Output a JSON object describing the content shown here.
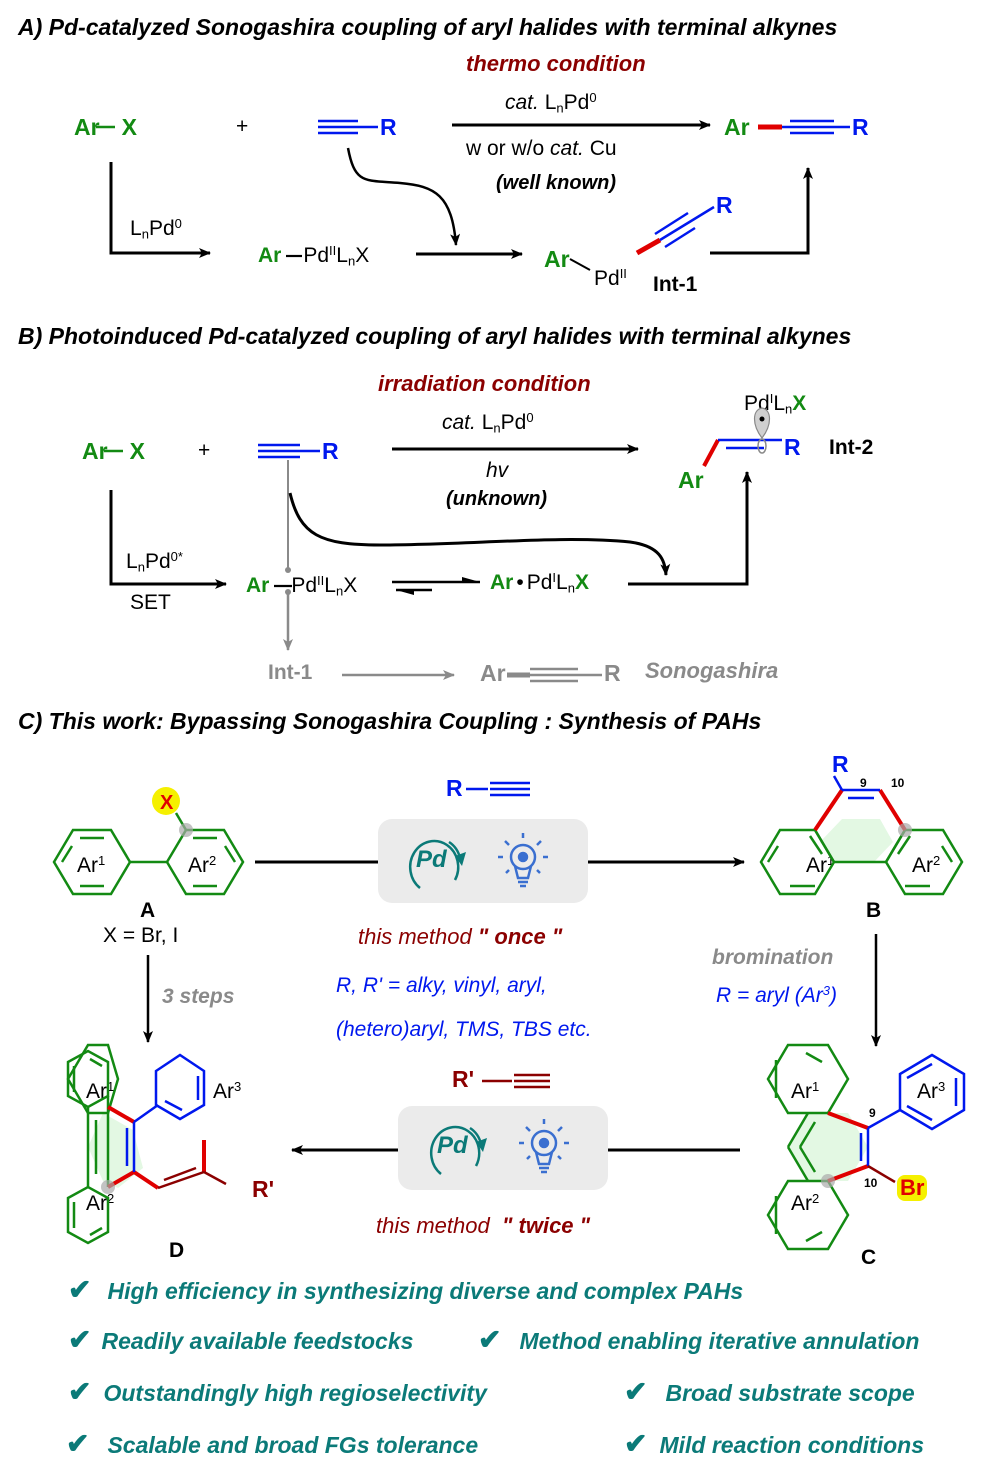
{
  "sectionA": {
    "title": "A) Pd-catalyzed Sonogashira coupling of aryl halides with terminal alkynes",
    "condition_title": "thermo condition",
    "above_arrow_prefix": "cat.",
    "above_arrow_cat": "L",
    "above_arrow_sub": "n",
    "above_arrow_pd": "Pd",
    "above_arrow_sup": "0",
    "below_arrow_prefix": "w or w/o",
    "below_arrow_cat": "cat.",
    "below_arrow_cu": "Cu",
    "note": "(well known)",
    "reactant1_ar": "Ar",
    "reactant1_x": "X",
    "plus": "+",
    "alkyne_r": "R",
    "product_ar": "Ar",
    "product_r": "R",
    "oa_reagent_l": "L",
    "oa_reagent_sub": "n",
    "oa_reagent_pd": "Pd",
    "oa_reagent_sup": "0",
    "pdcomplex_ar": "Ar",
    "pdcomplex_pd": "Pd",
    "pdcomplex_sup": "II",
    "pdcomplex_l": "L",
    "pdcomplex_sub": "n",
    "pdcomplex_x": "X",
    "int1_ar": "Ar",
    "int1_pd": "Pd",
    "int1_sup": "II",
    "int1_r": "R",
    "int1_label": "Int-1"
  },
  "sectionB": {
    "title": "B) Photoinduced Pd-catalyzed coupling of aryl halides with terminal alkynes",
    "condition_title": "irradiation condition",
    "above_arrow_prefix": "cat.",
    "above_arrow_l": "L",
    "above_arrow_sub": "n",
    "above_arrow_pd": "Pd",
    "above_arrow_sup": "0",
    "below_arrow_hv": "hv",
    "note": "(unknown)",
    "reactant1_ar": "Ar",
    "reactant1_x": "X",
    "plus": "+",
    "alkyne_r": "R",
    "set_reagent_l": "L",
    "set_reagent_sub": "n",
    "set_reagent_pd": "Pd",
    "set_reagent_sup": "0*",
    "set_label": "SET",
    "pdcomplex_ar": "Ar",
    "pdcomplex_pd": "Pd",
    "pdcomplex_sup": "II",
    "pdcomplex_l": "L",
    "pdcomplex_sub": "n",
    "pdcomplex_x": "X",
    "radical_ar": "Ar",
    "radical_dot": "•",
    "radical_pd": "Pd",
    "radical_sup": "I",
    "radical_l": "L",
    "radical_sub": "n",
    "radical_x": "X",
    "int2_pd": "Pd",
    "int2_sup": "I",
    "int2_l": "L",
    "int2_sub": "n",
    "int2_x": "X",
    "int2_r": "R",
    "int2_ar": "Ar",
    "int2_label": "Int-2",
    "side_int1": "Int-1",
    "side_product_ar": "Ar",
    "side_product_r": "R",
    "side_label": "Sonogashira"
  },
  "sectionC": {
    "title": "C) This work:  Bypassing Sonogashira Coupling : Synthesis of PAHs",
    "reagent1_r": "R",
    "method_once_prefix": "this method",
    "method_once_word": "\" once \"",
    "scope_line1": "R, R' = alky, vinyl, aryl,",
    "scope_line2": "(hetero)aryl, TMS, TBS etc.",
    "compound_A_label": "A",
    "compound_A_x": "X",
    "compound_A_def": "X = Br, I",
    "compound_B_label": "B",
    "compound_B_r": "R",
    "compound_C_label": "C",
    "compound_C_br": "Br",
    "compound_D_label": "D",
    "compound_D_r": "R'",
    "ar1": "Ar",
    "ar1_sup": "1",
    "ar2": "Ar",
    "ar2_sup": "2",
    "ar3": "Ar",
    "ar3_sup": "3",
    "pos9": "9",
    "pos10": "10",
    "three_steps": "3 steps",
    "bromination": "bromination",
    "r_aryl_prefix": "R = aryl (Ar",
    "r_aryl_sup": "3",
    "r_aryl_suffix": ")",
    "reagent2_r": "R'",
    "method_twice_prefix": "this method",
    "method_twice_word": "\" twice \"",
    "pd_icon_label": "Pd"
  },
  "features": [
    "High efficiency in synthesizing diverse and complex PAHs",
    "Readily available feedstocks",
    "Method enabling iterative annulation",
    "Outstandingly high regioselectivity",
    "Broad substrate scope",
    "Scalable and broad FGs tolerance",
    "Mild reaction conditions"
  ],
  "check_glyph": "✔",
  "colors": {
    "aryl_green": "#138a13",
    "alkyne_blue": "#0018ee",
    "new_bond_red": "#e00000",
    "condition_darkred": "#8b0000",
    "feature_teal": "#0b7a78",
    "side_gray": "#8a8a8a",
    "icon_blue": "#3a6fd0",
    "highlight_yellow": "#f5f000"
  }
}
